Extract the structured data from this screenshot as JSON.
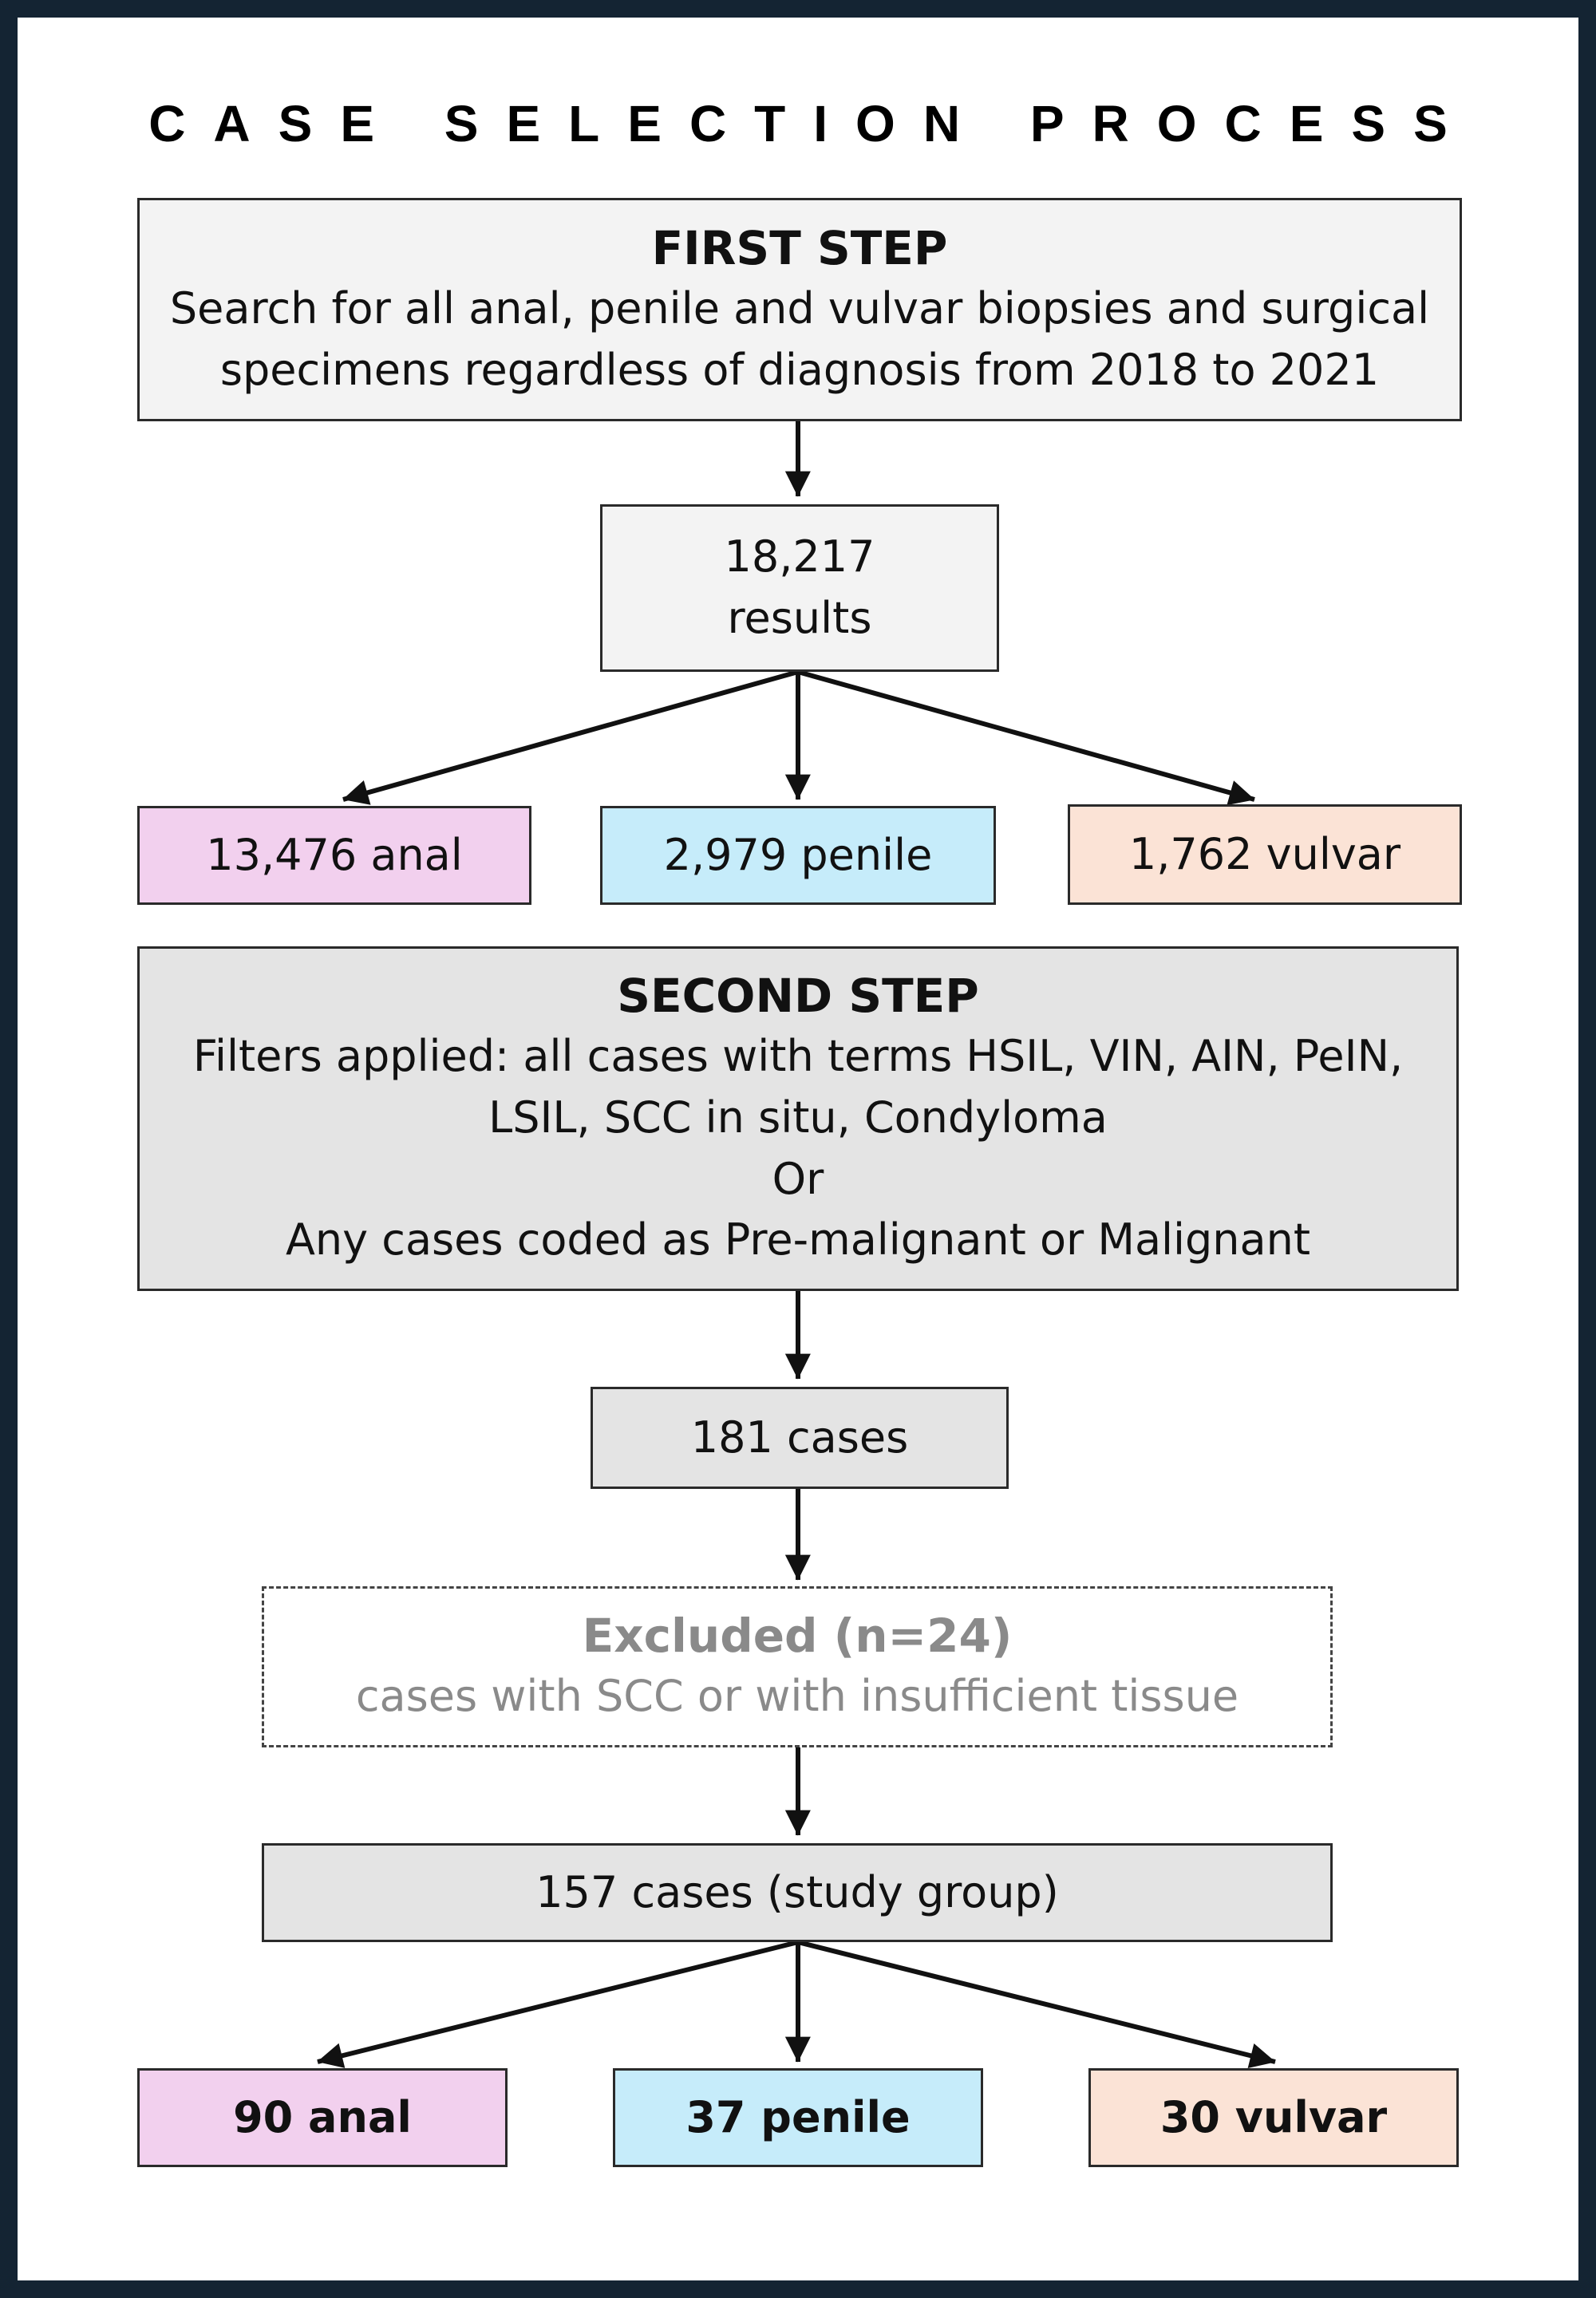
{
  "title": "CASE SELECTION PROCESS",
  "first_step": {
    "heading": "FIRST STEP",
    "line1": "Search for all anal, penile and vulvar biopsies and surgical",
    "line2": "specimens regardless of diagnosis from 2018 to 2021"
  },
  "results": {
    "line1": "18,217",
    "line2": "results"
  },
  "split1": {
    "anal": "13,476 anal",
    "penile": "2,979 penile",
    "vulvar": "1,762 vulvar"
  },
  "second_step": {
    "heading": "SECOND STEP",
    "line1": "Filters applied: all cases with terms HSIL, VIN, AIN, PeIN,",
    "line2": "LSIL, SCC in situ, Condyloma",
    "line3": "Or",
    "line4": "Any cases coded as Pre-malignant or Malignant"
  },
  "cases": "181 cases",
  "excluded": {
    "heading": "Excluded (n=24)",
    "detail": "cases with SCC or with insufficient tissue"
  },
  "study_group": "157 cases (study group)",
  "split2": {
    "anal": "90 anal",
    "penile": "37 penile",
    "vulvar": "30 vulvar"
  },
  "colors": {
    "frame": "#142433",
    "anal": "#f2d0ee",
    "penile": "#c6ecfa",
    "vulvar": "#fbe3d6",
    "step_light": "#f3f3f3",
    "step_gray": "#e4e4e4",
    "excluded_text": "#8a8a8a"
  }
}
